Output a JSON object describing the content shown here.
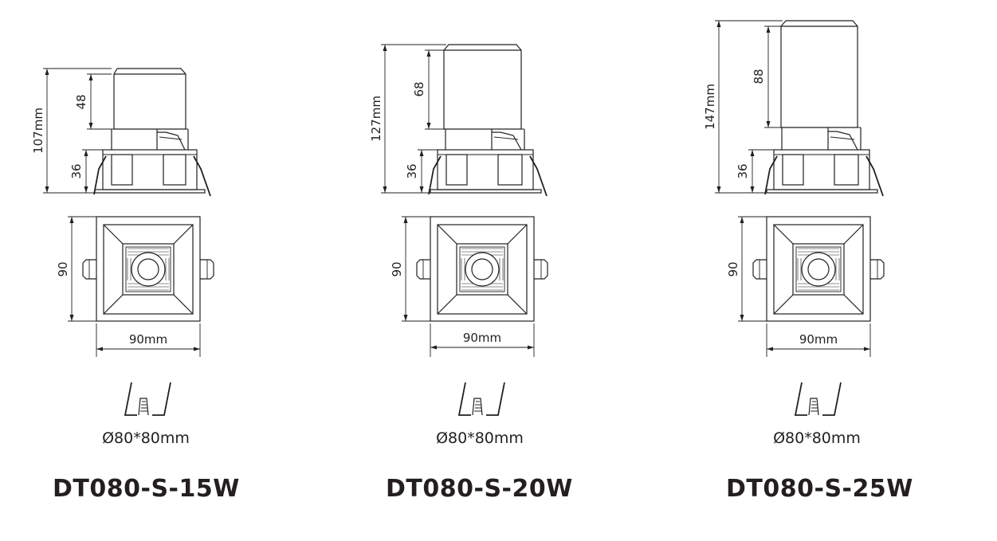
{
  "products": [
    {
      "model": "DT080-S-15W",
      "total_height": "107mm",
      "upper_height": "48",
      "lower_height": "36",
      "front_height": "90",
      "front_width": "90mm",
      "cutout": "Ø80*80mm",
      "upper_ratio": 0.449
    },
    {
      "model": "DT080-S-20W",
      "total_height": "127mm",
      "upper_height": "68",
      "lower_height": "36",
      "front_height": "90",
      "front_width": "90mm",
      "cutout": "Ø80*80mm",
      "upper_ratio": 0.535
    },
    {
      "model": "DT080-S-25W",
      "total_height": "147mm",
      "upper_height": "88",
      "lower_height": "36",
      "front_height": "90",
      "front_width": "90mm",
      "cutout": "Ø80*80mm",
      "upper_ratio": 0.599
    }
  ]
}
